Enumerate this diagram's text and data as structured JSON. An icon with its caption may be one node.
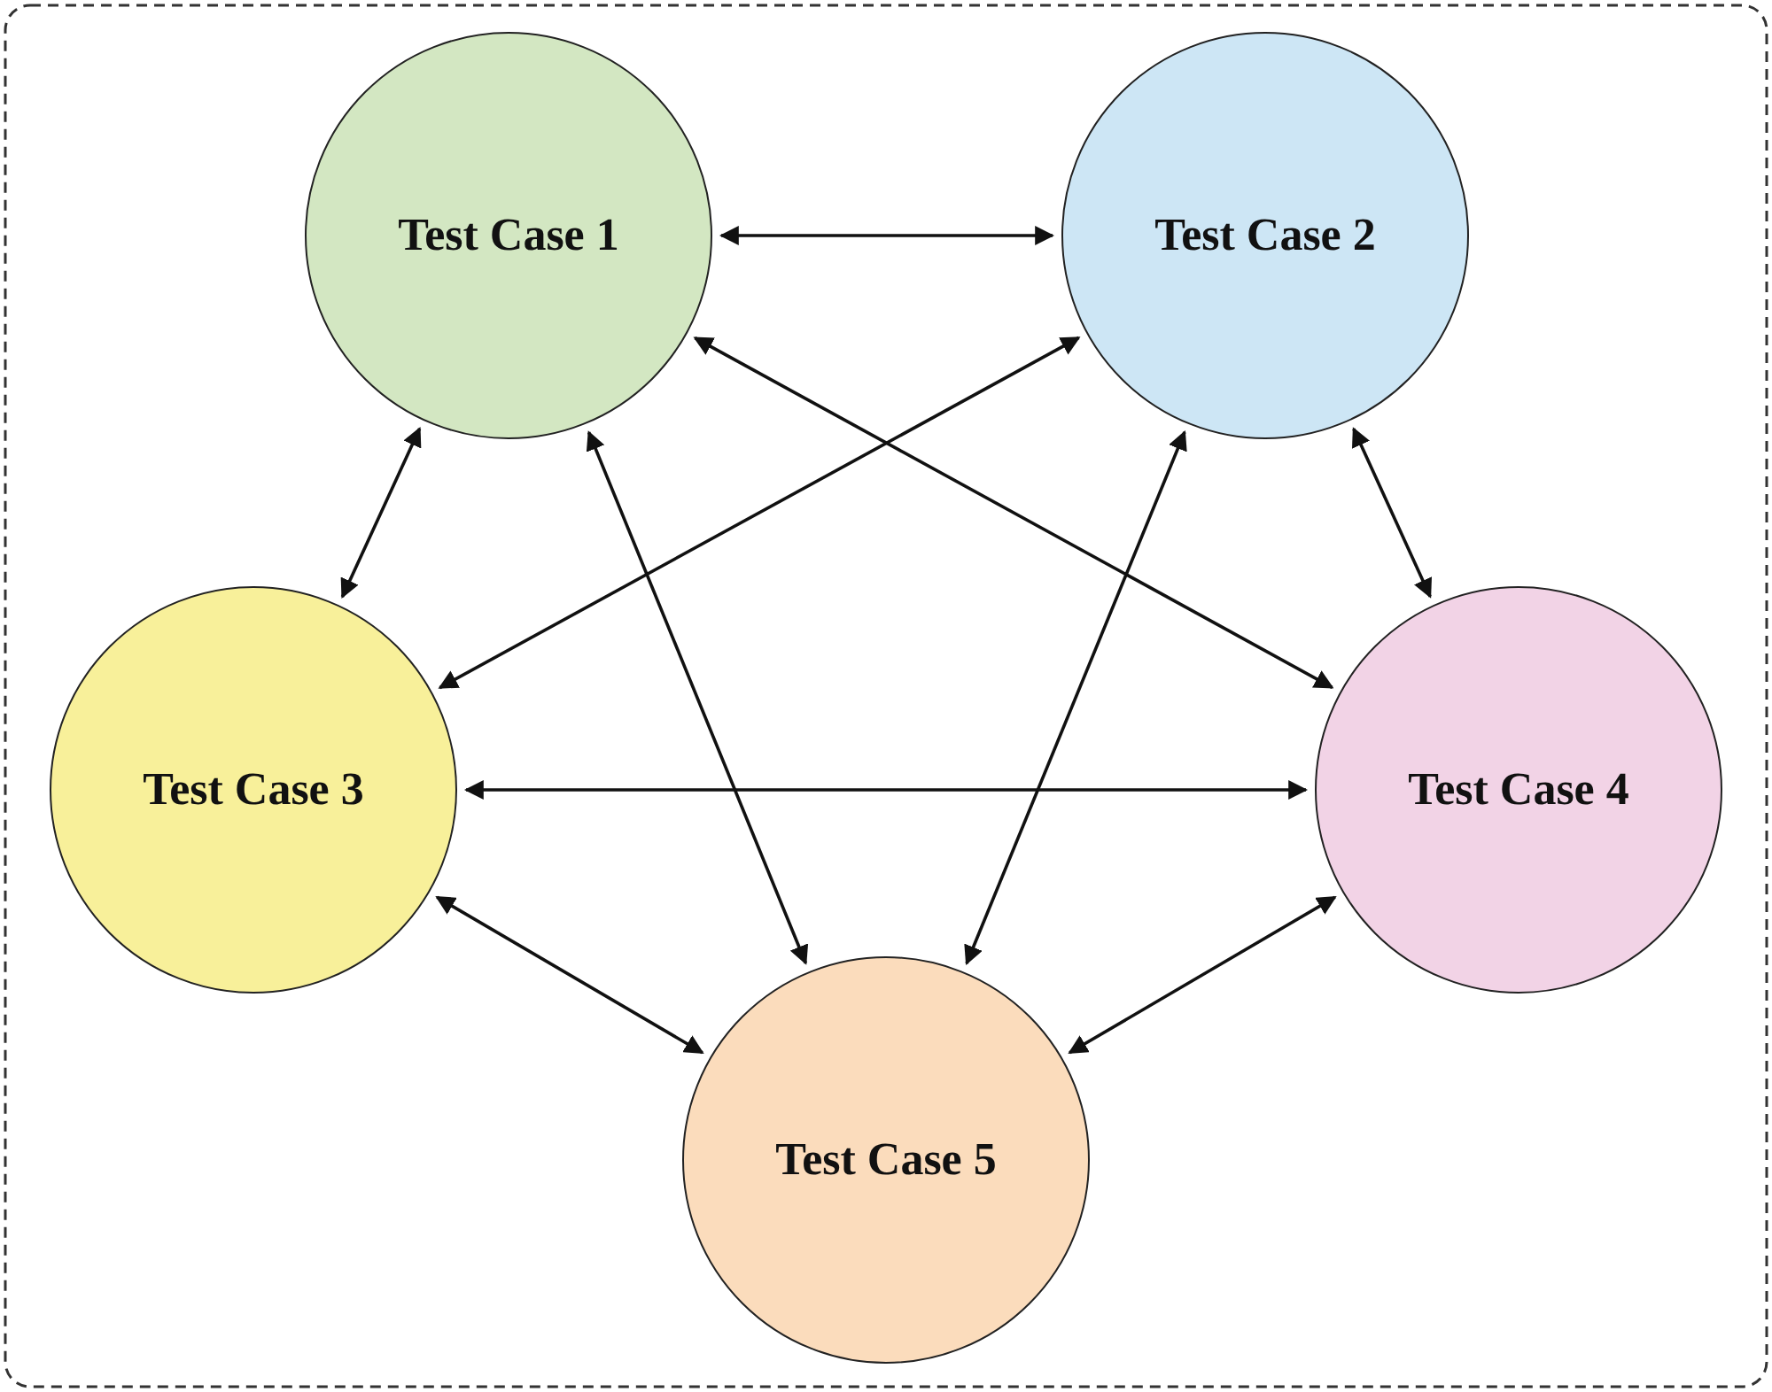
{
  "diagram": {
    "nodes": [
      {
        "text": [
          "Test Case 1"
        ]
      },
      {
        "text": [
          "Test Case 2"
        ]
      },
      {
        "text": [
          "Test Case 3"
        ]
      },
      {
        "text": [
          "Test Case 4"
        ]
      },
      {
        "text": [
          "Test Case 5"
        ]
      }
    ],
    "edges": [
      {
        "from": 0,
        "to": 1,
        "arrow": "both"
      },
      {
        "from": 0,
        "to": 2,
        "arrow": "both"
      },
      {
        "from": 0,
        "to": 3,
        "arrow": "both"
      },
      {
        "from": 0,
        "to": 4,
        "arrow": "both"
      },
      {
        "from": 1,
        "to": 2,
        "arrow": "both"
      },
      {
        "from": 1,
        "to": 3,
        "arrow": "both"
      },
      {
        "from": 1,
        "to": 4,
        "arrow": "both"
      },
      {
        "from": 2,
        "to": 3,
        "arrow": "both"
      },
      {
        "from": 2,
        "to": 4,
        "arrow": "both"
      },
      {
        "from": 3,
        "to": 4,
        "arrow": "both"
      }
    ]
  }
}
